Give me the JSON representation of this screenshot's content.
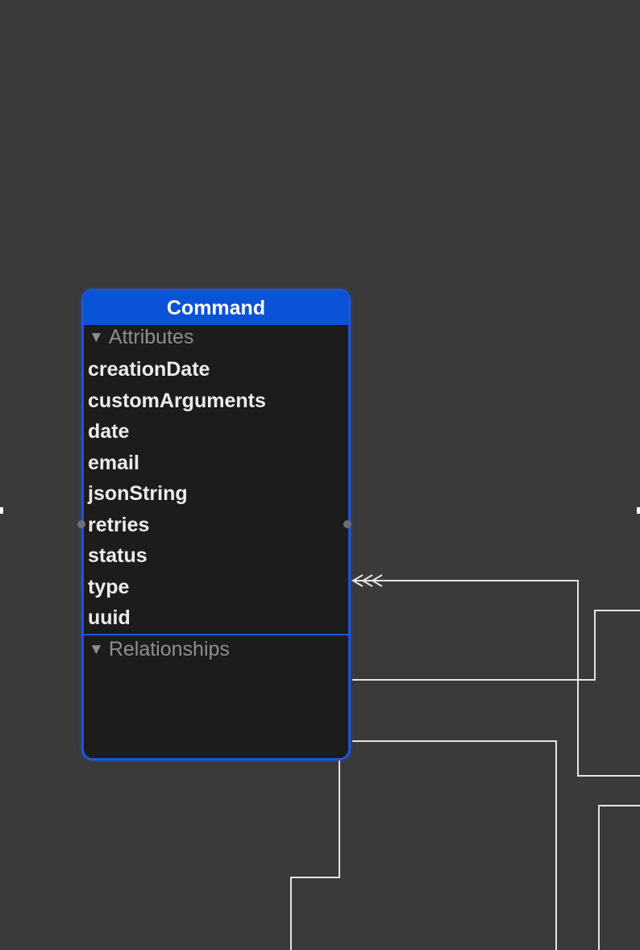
{
  "entity": {
    "name": "Command",
    "attributes_title": "Attributes",
    "attributes": [
      "creationDate",
      "customArguments",
      "date",
      "email",
      "jsonString",
      "retries",
      "status",
      "type",
      "uuid"
    ],
    "relationships_title": "Relationships"
  },
  "colors": {
    "canvas_background": "#3a3a3a",
    "entity_header": "#0a52d6",
    "entity_border": "#1c55d8",
    "entity_body": "#1c1c1c",
    "attribute_text": "#ececec",
    "section_title_text": "#8e8e8e",
    "connector_line": "#e4e4e4"
  },
  "icons": {
    "section_disclosure": "disclosure-triangle-down-icon",
    "relationship_arrow": "double-arrowhead-icon"
  }
}
